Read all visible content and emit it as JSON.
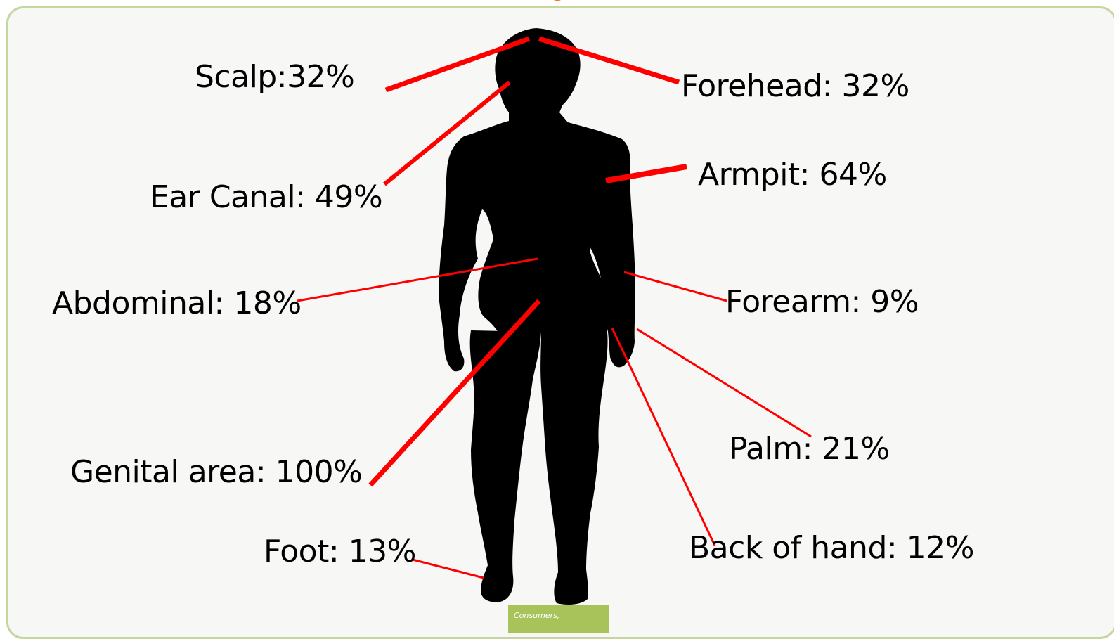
{
  "labels": {
    "scalp": "Scalp:32%",
    "forehead": "Forehead: 32%",
    "ear_canal": "Ear Canal: 49%",
    "armpit": "Armpit: 64%",
    "abdominal": "Abdominal: 18%",
    "forearm": "Forearm: 9%",
    "genital_area": "Genital area: 100%",
    "palm": "Palm: 21%",
    "foot": "Foot: 13%",
    "back_of_hand": "Back of hand: 12%"
  },
  "badge": {
    "text": "Consumers,"
  },
  "colors": {
    "leader_line": "#ff0000",
    "silhouette": "#000000",
    "panel_border": "#c5d6a0",
    "badge": "#a8c35a"
  }
}
